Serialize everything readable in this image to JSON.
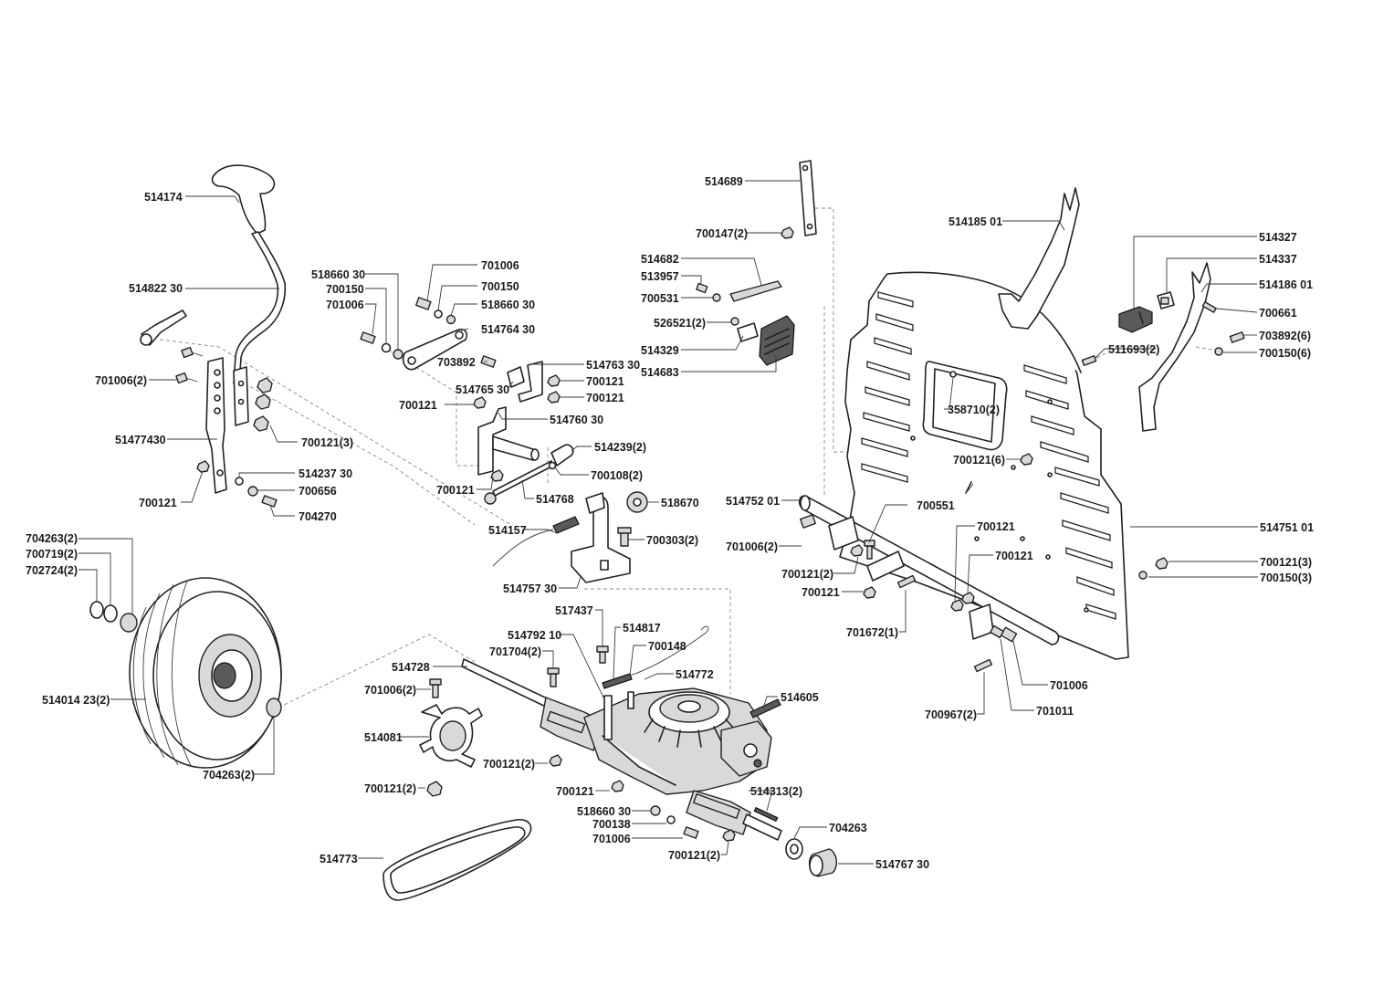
{
  "labels": {
    "l_514174": "514174",
    "l_51482230": "514822 30",
    "l_70100602": "701006(2)",
    "l_51477430": "51477430",
    "l_700121_a": "700121",
    "l_70012103_a": "700121(3)",
    "l_51423730": "514237 30",
    "l_700656": "700656",
    "l_704270": "704270",
    "l_70426302_a": "704263(2)",
    "l_70071902": "700719(2)",
    "l_70272402": "702724(2)",
    "l_51401423": "514014 23(2)",
    "l_70426302_b": "704263(2)",
    "l_51866030_a": "518660 30",
    "l_700150_a": "700150",
    "l_701006_a": "701006",
    "l_701006_b": "701006",
    "l_700150_b": "700150",
    "l_51866030_b": "518660 30",
    "l_51476430": "514764 30",
    "l_703892": "703892",
    "l_51476330": "514763 30",
    "l_51476530": "514765 30",
    "l_700121_b": "700121",
    "l_700121_c": "700121",
    "l_700121_d": "700121",
    "l_51476030": "514760 30",
    "l_51423902": "514239(2)",
    "l_70010802": "700108(2)",
    "l_700121_e": "700121",
    "l_514768": "514768",
    "l_518670": "518670",
    "l_514157": "514157",
    "l_70030302": "700303(2)",
    "l_51475730": "514757 30",
    "l_514689": "514689",
    "l_70014702": "700147(2)",
    "l_514682": "514682",
    "l_513957": "513957",
    "l_700531": "700531",
    "l_52652102": "526521(2)",
    "l_514329": "514329",
    "l_514683": "514683",
    "l_51418501": "514185 01",
    "l_514327": "514327",
    "l_514337": "514337",
    "l_51418601": "514186 01",
    "l_700661": "700661",
    "l_70389206": "703892(6)",
    "l_70015006_a": "700150(6)",
    "l_51169302": "511693(2)",
    "l_35871002": "358710(2)",
    "l_70012106": "700121(6)",
    "l_51475201": "514752 01",
    "l_700551": "700551",
    "l_70100602_b": "701006(2)",
    "l_700121_f": "700121",
    "l_700121_g": "700121",
    "l_70012102_a": "700121(2)",
    "l_700121_h": "700121",
    "l_70167201": "701672(1)",
    "l_51475101": "514751 01",
    "l_70012103_b": "700121(3)",
    "l_70015003": "700150(3)",
    "l_701006_c": "701006",
    "l_701011": "701011",
    "l_70096702": "700967(2)",
    "l_517437": "517437",
    "l_514817": "514817",
    "l_51479210": "514792 10",
    "l_70170402": "701704(2)",
    "l_700148": "700148",
    "l_514772": "514772",
    "l_514728": "514728",
    "l_70100602_c": "701006(2)",
    "l_514605": "514605",
    "l_514081": "514081",
    "l_70012102_b": "700121(2)",
    "l_70012102_c": "700121(2)",
    "l_700121_i": "700121",
    "l_51431302": "514313(2)",
    "l_51866030_c": "518660 30",
    "l_700138": "700138",
    "l_701006_d": "701006",
    "l_704263": "704263",
    "l_70012102_d": "700121(2)",
    "l_514773": "514773",
    "l_51476730": "514767 30"
  }
}
